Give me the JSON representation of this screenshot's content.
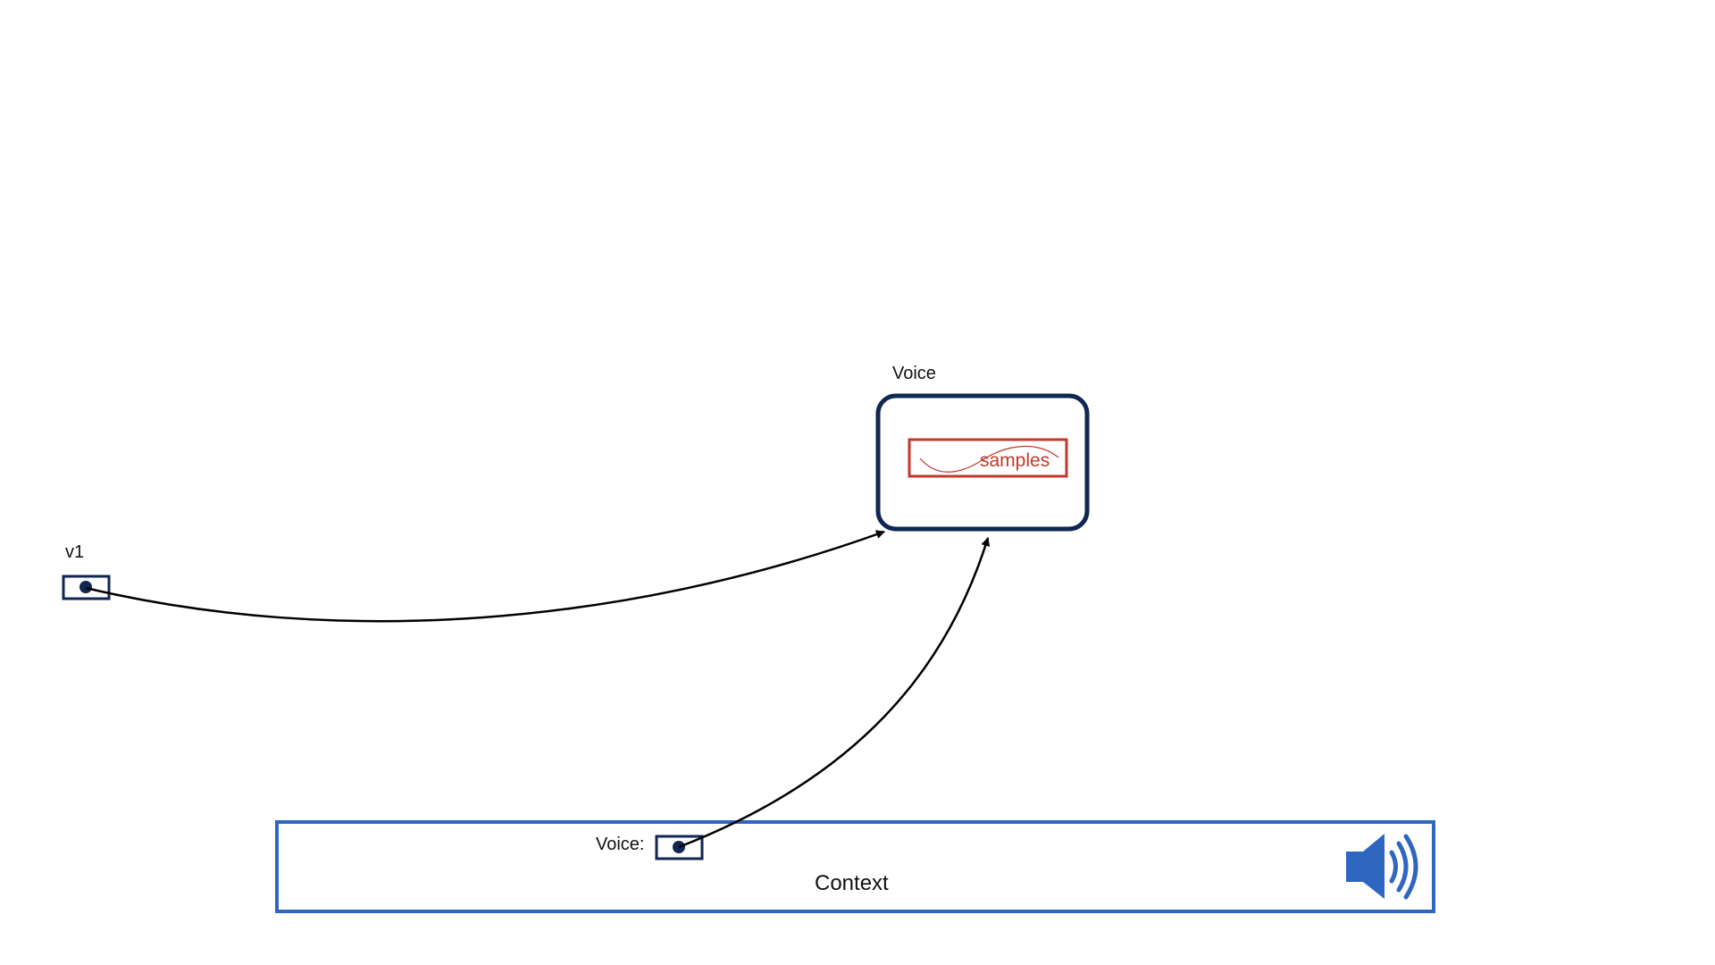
{
  "voice_object": {
    "title": "Voice",
    "buffer_label": "samples"
  },
  "variable": {
    "name": "v1"
  },
  "context": {
    "title": "Context",
    "slot_label": "Voice:",
    "icon": "speaker-icon"
  },
  "colors": {
    "object_border": "#0f2752",
    "buffer": "#c0392b",
    "context_border": "#2f66c0",
    "speaker": "#2f66c0",
    "arrow": "#000000"
  }
}
